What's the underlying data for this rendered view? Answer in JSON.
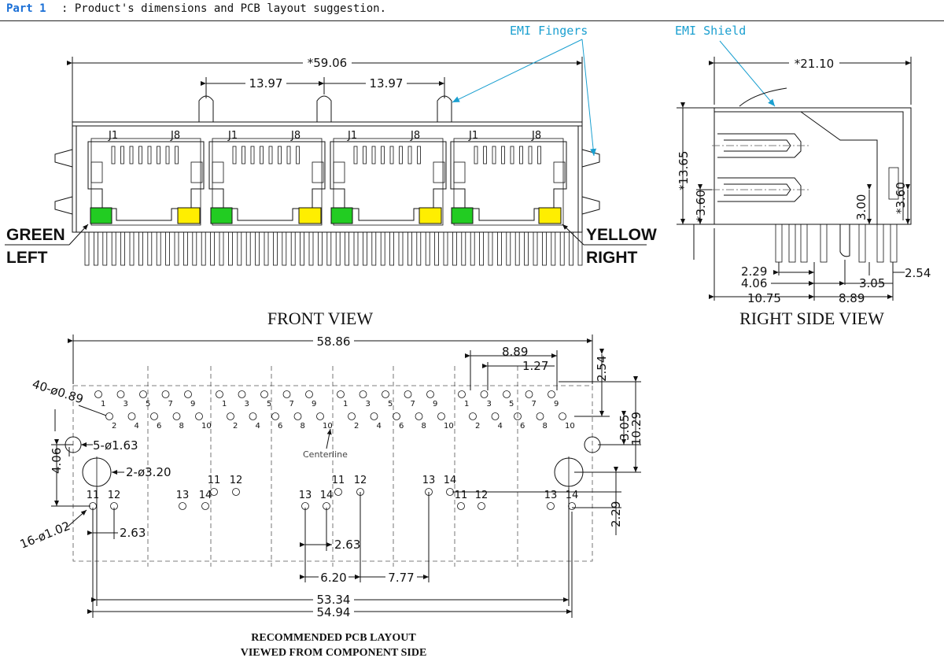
{
  "header": {
    "part": "Part 1",
    "description": ": Product's dimensions and PCB layout suggestion."
  },
  "emi": {
    "fingers": "EMI Fingers",
    "shield": "EMI Shield"
  },
  "front_view": {
    "title": "FRONT VIEW",
    "total_width": "*59.06",
    "spacing_a": "13.97",
    "spacing_b": "13.97",
    "ports": [
      {
        "j1": "J1",
        "j8": "J8"
      },
      {
        "j1": "J1",
        "j8": "J8"
      },
      {
        "j1": "J1",
        "j8": "J8"
      },
      {
        "j1": "J1",
        "j8": "J8"
      }
    ],
    "left_led_color": "GREEN",
    "left_led_side": "LEFT",
    "right_led_color": "YELLOW",
    "right_led_side": "RIGHT",
    "colors": {
      "green_led": "#22cc22",
      "yellow_led": "#ffee00"
    }
  },
  "side_view": {
    "title": "RIGHT SIDE VIEW",
    "depth": "*21.10",
    "height": "*13.65",
    "port_height": "*3.60",
    "offset_300": "3.00",
    "offset_360": "*3.60",
    "dim_229": "2.29",
    "dim_406": "4.06",
    "dim_305": "3.05",
    "dim_254": "2.54",
    "dim_1075": "10.75",
    "dim_889": "8.89"
  },
  "pcb": {
    "title_line1": "RECOMMENDED PCB LAYOUT",
    "title_line2": "VIEWED FROM COMPONENT SIDE",
    "width": "58.86",
    "pitch_889": "8.89",
    "pitch_127": "1.27",
    "dim_254": "2.54",
    "dim_305": "3.05",
    "dim_1029": "10.29",
    "dim_406": "4.06",
    "dim_229": "2.29",
    "holes_small": "40-ø0.89",
    "holes_mid": "5-ø1.63",
    "holes_big": "2-ø3.20",
    "holes_led": "16-ø1.02",
    "dim_263_a": "2.63",
    "dim_263_b": "2.63",
    "dim_620": "6.20",
    "dim_777": "7.77",
    "dim_5334": "53.34",
    "dim_5494": "54.94",
    "centerline": "Centerline",
    "top_row_nums": [
      "1",
      "3",
      "5",
      "7",
      "9"
    ],
    "bottom_row_nums": [
      "2",
      "4",
      "6",
      "8",
      "10"
    ],
    "led_nums": [
      "11",
      "12",
      "13",
      "14"
    ]
  }
}
